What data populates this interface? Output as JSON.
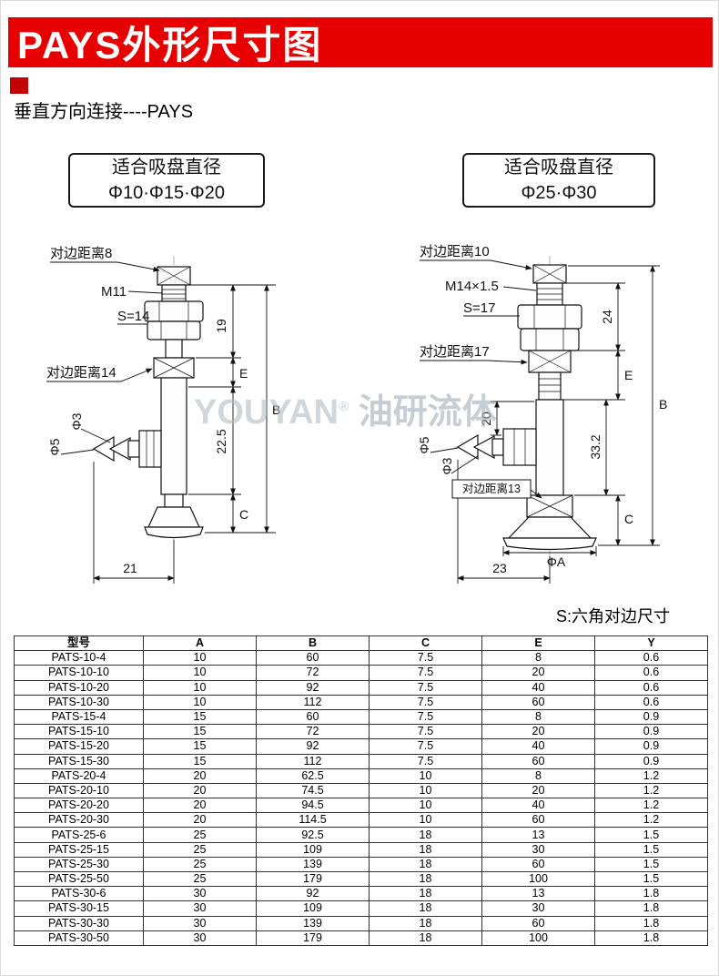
{
  "colors": {
    "banner_red": "#e60000"
  },
  "header": {
    "title": "PAYS外形尺寸图"
  },
  "subtitle": "垂直方向连接----PAYS",
  "left_drawing": {
    "suit_box": {
      "line1": "适合吸盘直径",
      "line2": "Φ10·Φ15·Φ20"
    },
    "labels": {
      "flat_top": "对边距离8",
      "thread": "M11",
      "hex": "S=14",
      "flat_mid": "对边距离14",
      "dim_19": "19",
      "dim_e": "E",
      "dim_b": "B",
      "dim_22_5": "22.5",
      "dim_c": "C",
      "phi3": "Φ3",
      "phi5": "Φ5",
      "dim_21": "21"
    }
  },
  "right_drawing": {
    "suit_box": {
      "line1": "适合吸盘直径",
      "line2": "Φ25·Φ30"
    },
    "labels": {
      "flat_top": "对边距离10",
      "thread": "M14×1.5",
      "hex": "S=17",
      "flat_mid": "对边距离17",
      "dim_24": "24",
      "dim_e": "E",
      "dim_b": "B",
      "dim_20": "20",
      "dim_33_2": "33.2",
      "dim_c": "C",
      "phi5": "Φ5",
      "phi3": "Φ3",
      "flat_13": "对边距离13",
      "phi_a": "ΦA",
      "dim_23": "23"
    }
  },
  "watermark": {
    "brand": "YOUYAN",
    "reg": "®",
    "cn": "油研流体"
  },
  "note": "S:六角对边尺寸",
  "table": {
    "headers": [
      "型号",
      "A",
      "B",
      "C",
      "E",
      "Y"
    ],
    "rows": [
      [
        "PATS-10-4",
        "10",
        "60",
        "7.5",
        "8",
        "0.6"
      ],
      [
        "PATS-10-10",
        "10",
        "72",
        "7.5",
        "20",
        "0.6"
      ],
      [
        "PATS-10-20",
        "10",
        "92",
        "7.5",
        "40",
        "0.6"
      ],
      [
        "PATS-10-30",
        "10",
        "112",
        "7.5",
        "60",
        "0.6"
      ],
      [
        "PATS-15-4",
        "15",
        "60",
        "7.5",
        "8",
        "0.9"
      ],
      [
        "PATS-15-10",
        "15",
        "72",
        "7.5",
        "20",
        "0.9"
      ],
      [
        "PATS-15-20",
        "15",
        "92",
        "7.5",
        "40",
        "0.9"
      ],
      [
        "PATS-15-30",
        "15",
        "112",
        "7.5",
        "60",
        "0.9"
      ],
      [
        "PATS-20-4",
        "20",
        "62.5",
        "10",
        "8",
        "1.2"
      ],
      [
        "PATS-20-10",
        "20",
        "74.5",
        "10",
        "20",
        "1.2"
      ],
      [
        "PATS-20-20",
        "20",
        "94.5",
        "10",
        "40",
        "1.2"
      ],
      [
        "PATS-20-30",
        "20",
        "114.5",
        "10",
        "60",
        "1.2"
      ],
      [
        "PATS-25-6",
        "25",
        "92.5",
        "18",
        "13",
        "1.5"
      ],
      [
        "PATS-25-15",
        "25",
        "109",
        "18",
        "30",
        "1.5"
      ],
      [
        "PATS-25-30",
        "25",
        "139",
        "18",
        "60",
        "1.5"
      ],
      [
        "PATS-25-50",
        "25",
        "179",
        "18",
        "100",
        "1.5"
      ],
      [
        "PATS-30-6",
        "30",
        "92",
        "18",
        "13",
        "1.8"
      ],
      [
        "PATS-30-15",
        "30",
        "109",
        "18",
        "30",
        "1.8"
      ],
      [
        "PATS-30-30",
        "30",
        "139",
        "18",
        "60",
        "1.8"
      ],
      [
        "PATS-30-50",
        "30",
        "179",
        "18",
        "100",
        "1.8"
      ]
    ]
  }
}
